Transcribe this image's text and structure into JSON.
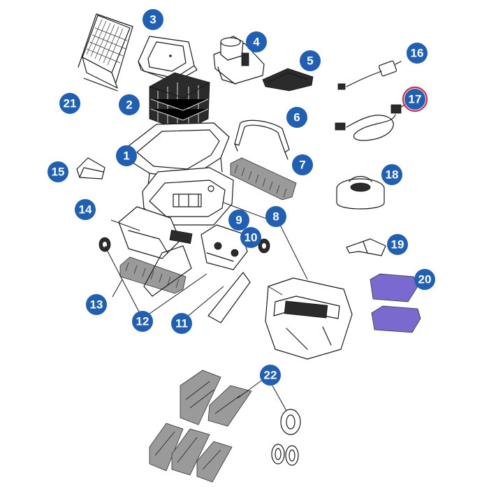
{
  "colors": {
    "badge_fill": "#1f5fb4",
    "badge_text": "#ffffff",
    "highlight_ring": "#d7263d",
    "highlight_part": "#7a6ad0",
    "line": "#1a1a1a"
  },
  "callouts": [
    {
      "id": "p1",
      "label": "1"
    },
    {
      "id": "p2",
      "label": "2"
    },
    {
      "id": "p3",
      "label": "3"
    },
    {
      "id": "p4",
      "label": "4"
    },
    {
      "id": "p5",
      "label": "5"
    },
    {
      "id": "p6",
      "label": "6"
    },
    {
      "id": "p7",
      "label": "7"
    },
    {
      "id": "p8",
      "label": "8"
    },
    {
      "id": "p9",
      "label": "9"
    },
    {
      "id": "p10",
      "label": "10"
    },
    {
      "id": "p11",
      "label": "11"
    },
    {
      "id": "p12",
      "label": "12"
    },
    {
      "id": "p13",
      "label": "13"
    },
    {
      "id": "p14",
      "label": "14"
    },
    {
      "id": "p15",
      "label": "15"
    },
    {
      "id": "p16",
      "label": "16"
    },
    {
      "id": "p17",
      "label": "17",
      "highlighted": true
    },
    {
      "id": "p18",
      "label": "18"
    },
    {
      "id": "p19",
      "label": "19"
    },
    {
      "id": "p20",
      "label": "20"
    },
    {
      "id": "p21",
      "label": "21"
    },
    {
      "id": "p22",
      "label": "22"
    }
  ]
}
